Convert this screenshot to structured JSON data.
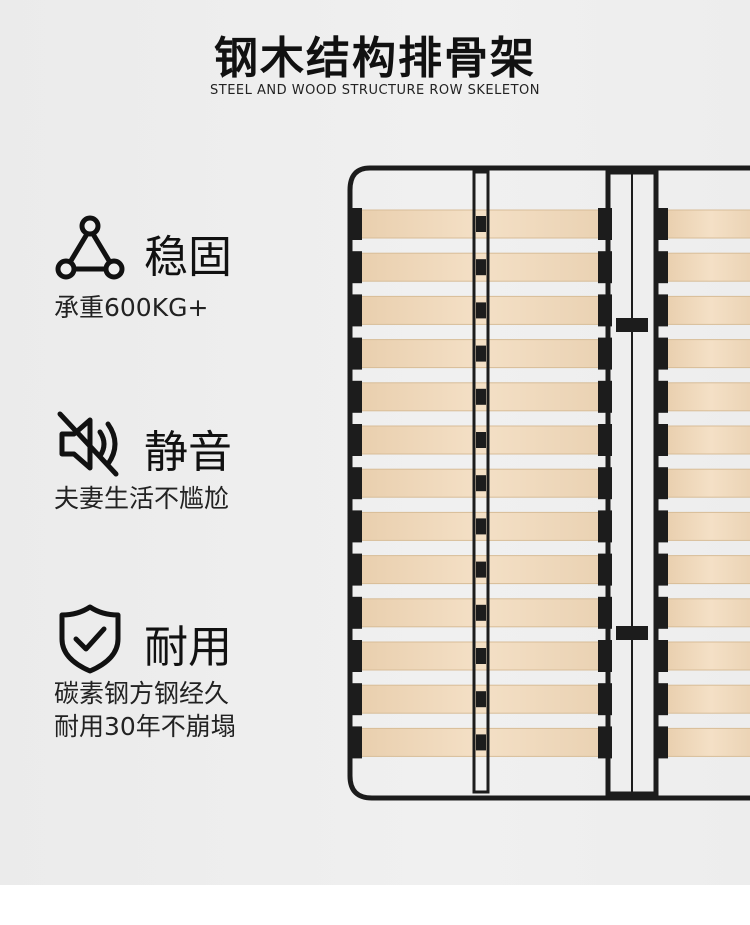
{
  "header": {
    "title": "钢木结构排骨架",
    "subtitle": "STEEL AND WOOD STRUCTURE ROW SKELETON"
  },
  "features": [
    {
      "icon": "triangle-nodes-icon",
      "name": "稳固",
      "desc": [
        "承重600KG+"
      ]
    },
    {
      "icon": "muted-speaker-icon",
      "name": "静音",
      "desc": [
        "夫妻生活不尴尬"
      ]
    },
    {
      "icon": "shield-check-icon",
      "name": "耐用",
      "desc": [
        "碳素钢方钢经久",
        "耐用30年不崩塌"
      ]
    }
  ],
  "colors": {
    "steel": "#1c1c1c",
    "slat": "#efd8ba",
    "text": "#111111"
  }
}
